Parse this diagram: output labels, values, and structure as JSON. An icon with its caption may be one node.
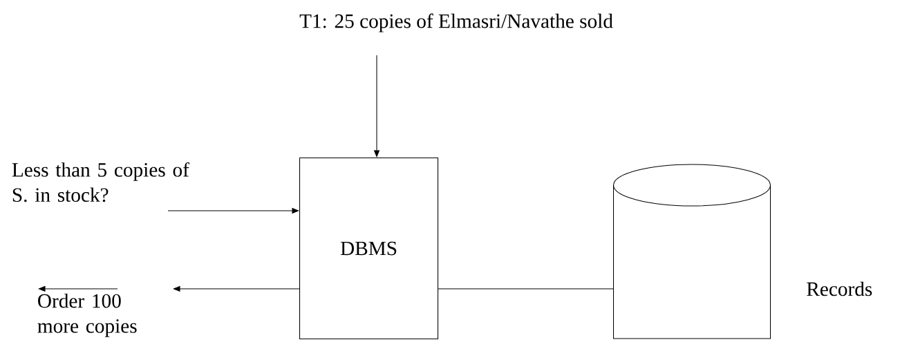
{
  "diagram": {
    "nodes": [
      {
        "text": [
          "T1: 25 copies of Elmasri/Navathe sold"
        ]
      },
      {
        "text": [
          "Less than 5 copies of S. in stock?"
        ]
      },
      {
        "text": [
          "DBMS"
        ]
      },
      {
        "text": [
          "Order 100 more copies"
        ]
      },
      {
        "text": [],
        "shape": "cylinder"
      }
    ],
    "labels": [
      "Records"
    ],
    "edges": [
      {
        "from": 0,
        "to": 2,
        "arrow": "to"
      },
      {
        "from": 1,
        "to": 2,
        "arrow": "to"
      },
      {
        "from": 2,
        "to": null,
        "arrow": "to"
      },
      {
        "from": 2,
        "to": 4,
        "arrow": "none"
      }
    ]
  }
}
